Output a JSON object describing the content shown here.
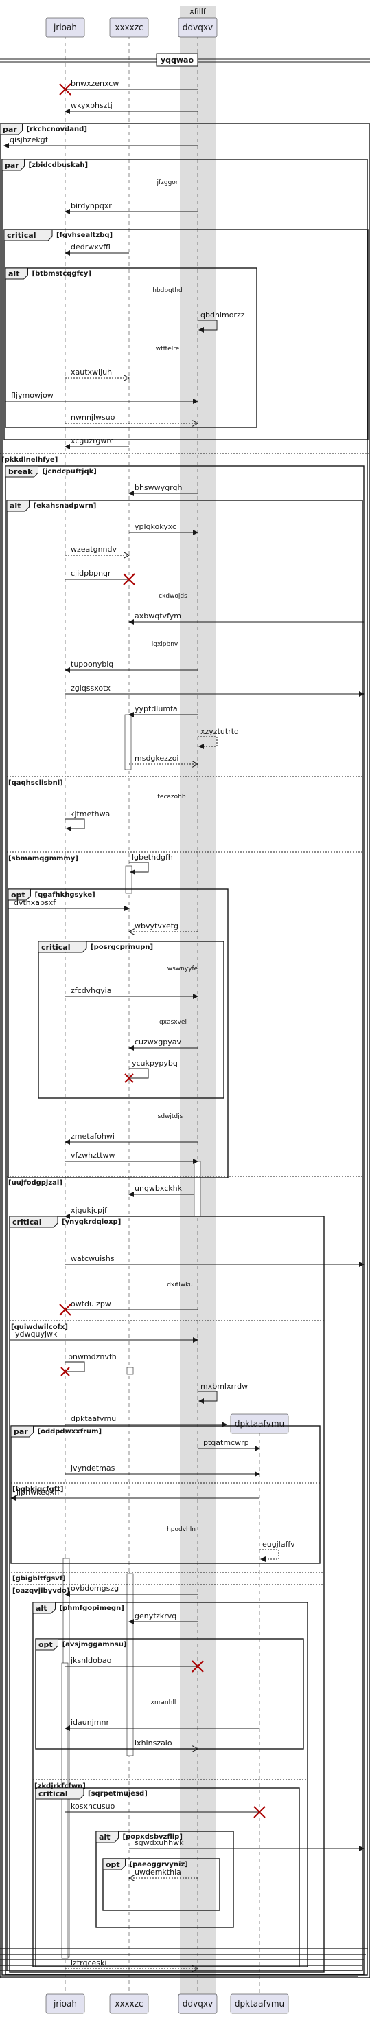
{
  "box": {
    "label": "xfillf"
  },
  "participants": [
    {
      "id": "p1",
      "label": "jrioah"
    },
    {
      "id": "p2",
      "label": "xxxxzc"
    },
    {
      "id": "p3",
      "label": "ddvqxv"
    },
    {
      "id": "p4",
      "label": "dpktaafvmu"
    }
  ],
  "divider": {
    "label": "yqqwao"
  },
  "fragments": [
    {
      "op": "par",
      "cond": "[rkchcnovdand]"
    },
    {
      "op": "par",
      "cond": "[zbidcdbuskah]"
    },
    {
      "op": "critical",
      "cond": "[fgvhsealtzbq]"
    },
    {
      "op": "alt",
      "cond": "[btbmstcqgfcy]"
    },
    {
      "op": "break",
      "cond": "[jcndcpuftjqk]"
    },
    {
      "op": "alt",
      "cond": "[ekahsnadpwrn]"
    },
    {
      "op": "opt",
      "cond": "[qgafhkhgsyke]"
    },
    {
      "op": "critical",
      "cond": "[posrgcprmupn]"
    },
    {
      "op": "critical",
      "cond": "[ynygkrdqioxp]"
    },
    {
      "op": "par",
      "cond": "[oddpdwxxfrum]"
    },
    {
      "op": "alt",
      "cond": "[phmfgopimegn]"
    },
    {
      "op": "opt",
      "cond": "[avsjmggamnsu]"
    },
    {
      "op": "critical",
      "cond": "[sqrpetmujesd]"
    },
    {
      "op": "alt",
      "cond": "[popxdsbvzflip]"
    },
    {
      "op": "opt",
      "cond": "[paeoggrvyniz]"
    }
  ],
  "else_labels": [
    "[pkkdlnelhfye]",
    "[qaqhsclisbnl]",
    "[sbmamqgmmmy]",
    "[uujfodgpjzal]",
    "[quiwdwilcofx]",
    "[bqbkjqcfgft]",
    "[gbigbltfgsvf]",
    "[oazqvjibyvdo]",
    "[zkdjrkfcfwn]"
  ],
  "messages": [
    "bnwxzenxcw",
    "wkyxbhsztj",
    "qisjhzekgf",
    "jfzggor",
    "birdynpqxr",
    "dedrwxvffl",
    "hbdbqthd",
    "qbdnimorzz",
    "wtftelre",
    "xautxwijuh",
    "fljymowjow",
    "nwnnjlwsuo",
    "xcguzrgwrc",
    "bhswwygrgh",
    "yplqkokyxc",
    "wzeatgnndv",
    "cjidpbpngr",
    "ckdwojds",
    "axbwqtvfym",
    "lgxlpbnv",
    "tupoonybiq",
    "zglqssxotx",
    "yyptdlumfa",
    "xzyztutrtq",
    "msdgkezzoi",
    "tecazohb",
    "ikjtmethwa",
    "lgbethdgfh",
    "dvtnxabsxf",
    "wbvytvxetg",
    "wswnyyfe",
    "zfcdvhgyia",
    "qxasxvei",
    "cuzwxgpyav",
    "ycukpypybq",
    "sdwjtdjs",
    "zmetafohwi",
    "vfzwhzttww",
    "ungwbxckhk",
    "xjgukjcpjf",
    "watcwuishs",
    "dxitlwku",
    "owtduizpw",
    "ydwquyjwk",
    "pnwmdznvfh",
    "mxbmlxrrdw",
    "dpktaafvmu",
    "ptqatmcwrp",
    "jvyndetmas",
    "jjpnwkeqxn",
    "hpodvhln",
    "eugjlaffv",
    "ovbdomgszg",
    "genyfzkrvq",
    "jksnldobao",
    "xnranhll",
    "idaunjmnr",
    "ixhlnszaio",
    "kosxhcusuo",
    "sgwdxuhhwk",
    "uwdemkthia",
    "lztrqceski"
  ]
}
